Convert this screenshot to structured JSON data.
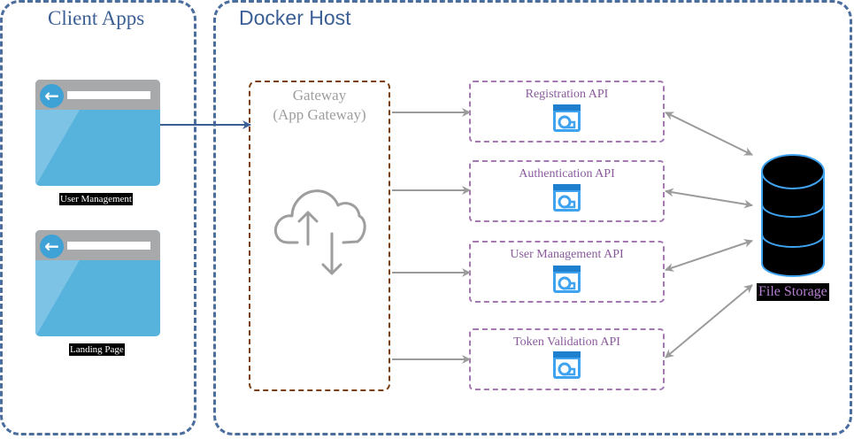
{
  "groups": {
    "client_apps": "Client Apps",
    "docker_host": "Docker Host"
  },
  "clients": [
    {
      "label": "User Management",
      "icon": "browser-window-icon"
    },
    {
      "label": "Landing Page",
      "icon": "browser-window-icon"
    }
  ],
  "gateway": {
    "line1": "Gateway",
    "line2": "(App Gateway)",
    "icon": "cloud-upload-download-icon"
  },
  "apis": [
    {
      "label": "Registration API",
      "icon": "api-app-icon"
    },
    {
      "label": "Authentication API",
      "icon": "api-app-icon"
    },
    {
      "label": "User Management API",
      "icon": "api-app-icon"
    },
    {
      "label": "Token Validation API",
      "icon": "api-app-icon"
    }
  ],
  "storage": {
    "label": "File Storage",
    "icon": "database-icon"
  },
  "colors": {
    "group_border": "#4a6d9e",
    "client_arrow": "#3b5f94",
    "gateway_border": "#7a3e10",
    "api_border": "#a678b2",
    "api_text": "#8a5a9c",
    "connector": "#9b9b9b",
    "database_fill": "#000000",
    "database_stroke": "#3fa3f0"
  }
}
